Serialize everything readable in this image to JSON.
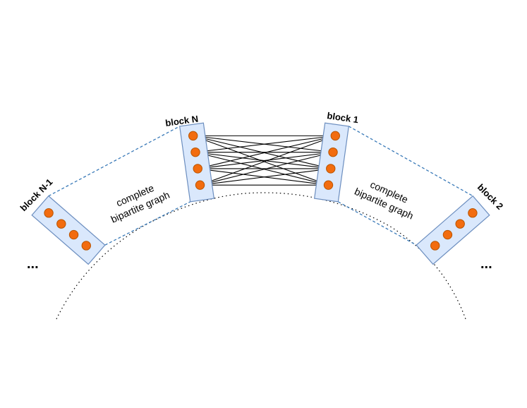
{
  "colors": {
    "block_fill": "#dae8fc",
    "block_stroke": "#6c8ebf",
    "node_fill": "#f26c0f",
    "node_stroke": "#b85400",
    "dashed_link": "#3a7ab8",
    "edge": "#000000"
  },
  "blocks": [
    {
      "id": "block-n-minus-1",
      "label": "block N-1"
    },
    {
      "id": "block-n",
      "label": "block N"
    },
    {
      "id": "block-1",
      "label": "block 1"
    },
    {
      "id": "block-2",
      "label": "block 2"
    }
  ],
  "annotations": {
    "left_bipartite": [
      "complete",
      "bipartite graph"
    ],
    "right_bipartite": [
      "complete",
      "bipartite graph"
    ]
  },
  "ellipsis_left": "...",
  "ellipsis_right": "..."
}
